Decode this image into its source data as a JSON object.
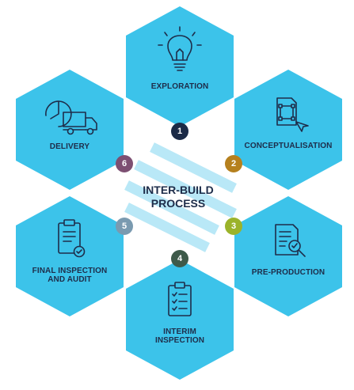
{
  "center": {
    "line1": "INTER-BUILD",
    "line2": "PROCESS"
  },
  "colors": {
    "hexagon": "#3cc3ea",
    "text": "#1e2d4a",
    "stripes": "#b9e8f7"
  },
  "steps": [
    {
      "number": "1",
      "label": "EXPLORATION",
      "badge_color": "#1b2a46",
      "icon": "lightbulb-icon"
    },
    {
      "number": "2",
      "label": "CONCEPTUALISATION",
      "badge_color": "#b5801e",
      "icon": "design-frame-icon"
    },
    {
      "number": "3",
      "label": "PRE-PRODUCTION",
      "badge_color": "#9bb32a",
      "icon": "document-search-icon"
    },
    {
      "number": "4",
      "label_line1": "INTERIM",
      "label_line2": "INSPECTION",
      "badge_color": "#3e5a4a",
      "icon": "clipboard-checklist-icon"
    },
    {
      "number": "5",
      "label_line1": "FINAL INSPECTION",
      "label_line2": "AND AUDIT",
      "badge_color": "#7a9ab0",
      "icon": "clipboard-approved-icon"
    },
    {
      "number": "6",
      "label": "DELIVERY",
      "badge_color": "#7d4f72",
      "icon": "delivery-van-icon"
    }
  ]
}
